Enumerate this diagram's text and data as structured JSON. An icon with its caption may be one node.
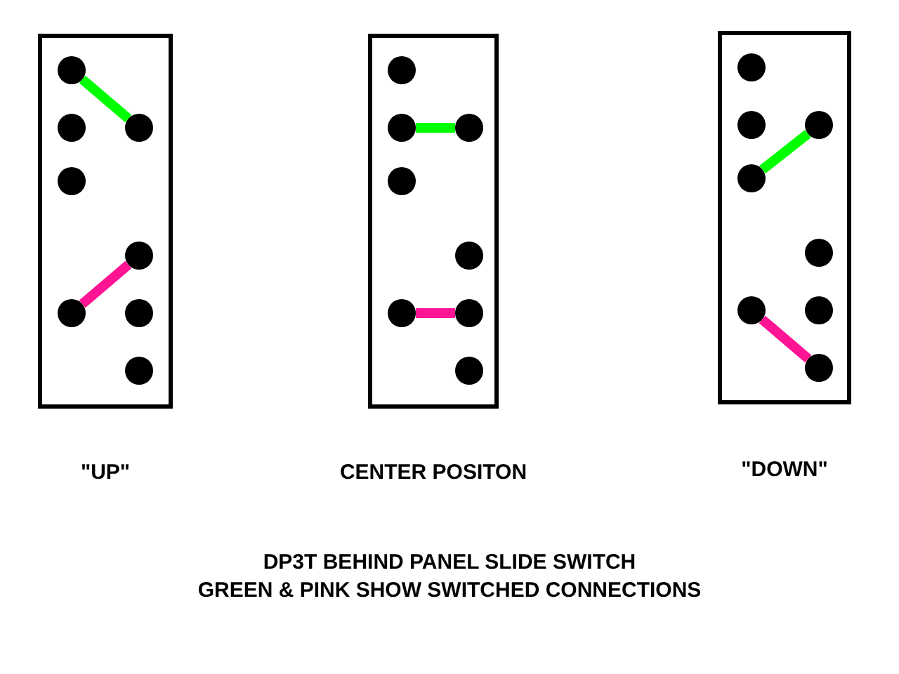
{
  "diagram": {
    "nodes": [
      {
        "text": [],
        "shape": "box",
        "beside": [
          "\"UP\""
        ]
      },
      {
        "text": [],
        "shape": "circle",
        "in": 0
      },
      {
        "text": [],
        "shape": "circle",
        "in": 0
      },
      {
        "text": [],
        "shape": "circle",
        "in": 0
      },
      {
        "text": [],
        "shape": "circle",
        "in": 0
      },
      {
        "text": [],
        "shape": "circle",
        "in": 0
      },
      {
        "text": [],
        "shape": "circle",
        "in": 0
      },
      {
        "text": [],
        "shape": "circle",
        "in": 0
      },
      {
        "text": [],
        "shape": "circle",
        "in": 0
      },
      {
        "text": [],
        "shape": "box",
        "beside": [
          "CENTER POSITON"
        ]
      },
      {
        "text": [],
        "shape": "circle",
        "in": 9
      },
      {
        "text": [],
        "shape": "circle",
        "in": 9
      },
      {
        "text": [],
        "shape": "circle",
        "in": 9
      },
      {
        "text": [],
        "shape": "circle",
        "in": 9
      },
      {
        "text": [],
        "shape": "circle",
        "in": 9
      },
      {
        "text": [],
        "shape": "circle",
        "in": 9
      },
      {
        "text": [],
        "shape": "circle",
        "in": 9
      },
      {
        "text": [],
        "shape": "circle",
        "in": 9
      },
      {
        "text": [],
        "shape": "box",
        "beside": [
          "\"DOWN\""
        ]
      },
      {
        "text": [],
        "shape": "circle",
        "in": 18
      },
      {
        "text": [],
        "shape": "circle",
        "in": 18
      },
      {
        "text": [],
        "shape": "circle",
        "in": 18
      },
      {
        "text": [],
        "shape": "circle",
        "in": 18
      },
      {
        "text": [],
        "shape": "circle",
        "in": 18
      },
      {
        "text": [],
        "shape": "circle",
        "in": 18
      },
      {
        "text": [],
        "shape": "circle",
        "in": 18
      },
      {
        "text": [],
        "shape": "circle",
        "in": 18
      }
    ],
    "edges": [
      {
        "from": 1,
        "to": 3,
        "arrow": "none",
        "color": "#00ff00"
      },
      {
        "from": 6,
        "to": 5,
        "arrow": "none",
        "color": "#ff1493"
      },
      {
        "from": 11,
        "to": 12,
        "arrow": "none",
        "color": "#00ff00"
      },
      {
        "from": 15,
        "to": 16,
        "arrow": "none",
        "color": "#ff1493"
      },
      {
        "from": 22,
        "to": 21,
        "arrow": "none",
        "color": "#00ff00"
      },
      {
        "from": 24,
        "to": 26,
        "arrow": "none",
        "color": "#ff1493"
      }
    ],
    "labels": [
      "DP3T BEHIND PANEL SLIDE SWITCH",
      "GREEN & PINK SHOW SWITCHED CONNECTIONS"
    ]
  }
}
